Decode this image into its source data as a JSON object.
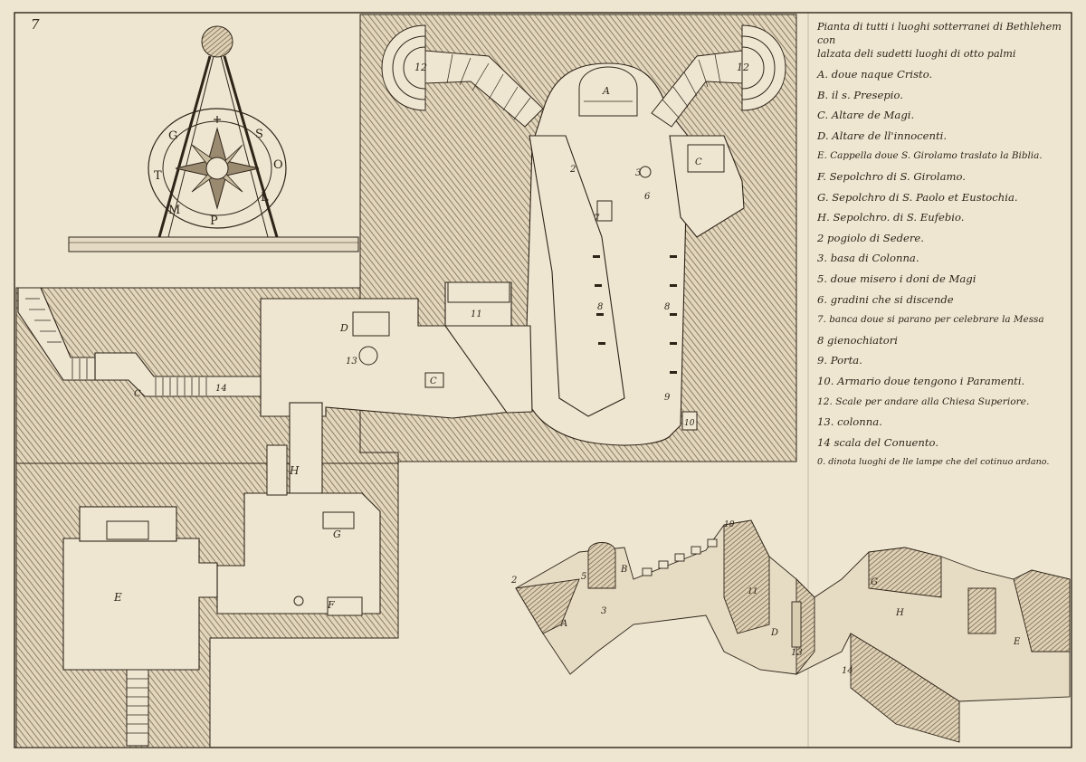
{
  "page_number": "7",
  "legend": {
    "title_line1": "Pianta di tutti i luoghi sotterranei di Bethlehem con",
    "title_line2": "lalzata deli sudetti luoghi di otto palmi",
    "items": [
      "A. doue naque Cristo.",
      "B. il s. Presepio.",
      "C. Altare de Magi.",
      "D. Altare de ll'innocenti.",
      "E. Cappella doue S. Girolamo traslato la Biblia.",
      "F. Sepolchro di S. Girolamo.",
      "G. Sepolchro di S. Paolo et Eustochia.",
      "H. Sepolchro. di S. Eufebio.",
      "2 pogiolo di Sedere.",
      "3. basa di Colonna.",
      "5. doue misero i doni de Magi",
      "6. gradini che si discende",
      "7. banca doue si parano per celebrare la Messa",
      "8 gienochiatori",
      "9. Porta.",
      "10. Armario doue tengono i Paramenti.",
      "12. Scale per andare alla Chiesa Superiore.",
      "13. colonna.",
      "14 scala del Conuento.",
      "0. dinota luoghi de lle lampe che del cotinuo ardano."
    ]
  },
  "compass_letters": [
    "G",
    "S",
    "O",
    "L",
    "P",
    "M",
    "T"
  ],
  "plan_labels": {
    "A": "A",
    "B": "B",
    "C": "C",
    "D": "D",
    "E": "E",
    "F": "F",
    "G": "G",
    "H": "H",
    "n2": "2",
    "n3": "3",
    "n5": "5",
    "n6": "6",
    "n7": "7",
    "n8": "8",
    "n9": "9",
    "n10": "10",
    "n11": "11",
    "n12": "12",
    "n13": "13",
    "n14": "14"
  },
  "palette": {
    "paper": "#efe6d2",
    "ink": "#2e2418",
    "hatch": "#8a7a62"
  }
}
